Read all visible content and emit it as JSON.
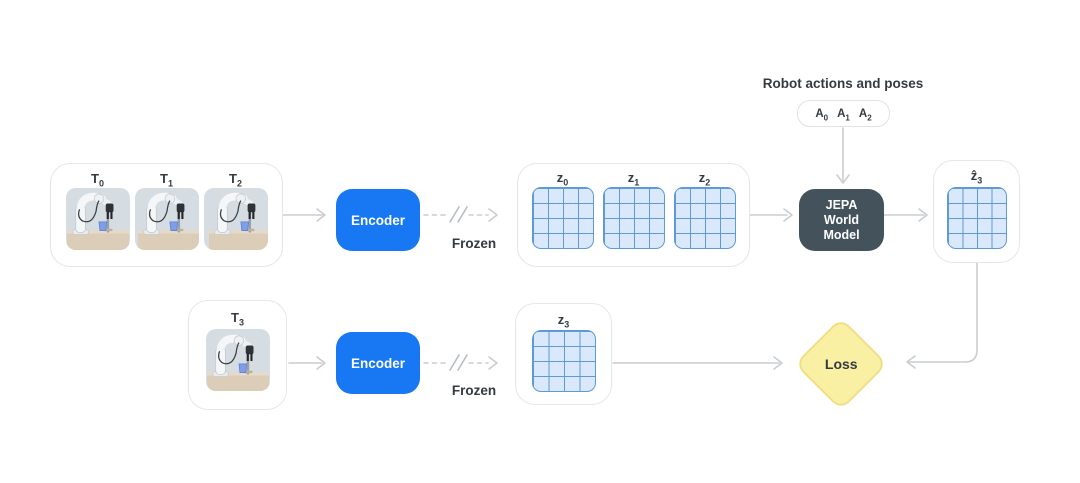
{
  "colors": {
    "accent_blue": "#1877f2",
    "grid_fill": "#d9e8fa",
    "grid_line": "#5e9ad8",
    "world_model_bg": "#44525c",
    "loss_fill": "#faf0a4",
    "loss_border": "#f0df85",
    "connector_gray": "#c9cdd1",
    "box_border": "#e7e7e7",
    "text_dark": "#333b41"
  },
  "top_row": {
    "frames": [
      {
        "base": "T",
        "sub": "0"
      },
      {
        "base": "T",
        "sub": "1"
      },
      {
        "base": "T",
        "sub": "2"
      }
    ],
    "encoder_label": "Encoder",
    "frozen_label": "Frozen",
    "latents": [
      {
        "base": "z",
        "sub": "0"
      },
      {
        "base": "z",
        "sub": "1"
      },
      {
        "base": "z",
        "sub": "2"
      }
    ],
    "world_model_lines": [
      "JEPA",
      "World",
      "Model"
    ],
    "prediction": {
      "base": "ẑ",
      "sub": "3"
    }
  },
  "actions": {
    "title": "Robot actions and poses",
    "items": [
      {
        "base": "A",
        "sub": "0"
      },
      {
        "base": "A",
        "sub": "1"
      },
      {
        "base": "A",
        "sub": "2"
      }
    ]
  },
  "bottom_row": {
    "frame": {
      "base": "T",
      "sub": "3"
    },
    "encoder_label": "Encoder",
    "frozen_label": "Frozen",
    "latent": {
      "base": "z",
      "sub": "3"
    },
    "loss_label": "Loss"
  },
  "icons": {
    "robot_photo": "robot-arm-photo",
    "frozen_slashes": "frozen-break-mark"
  }
}
